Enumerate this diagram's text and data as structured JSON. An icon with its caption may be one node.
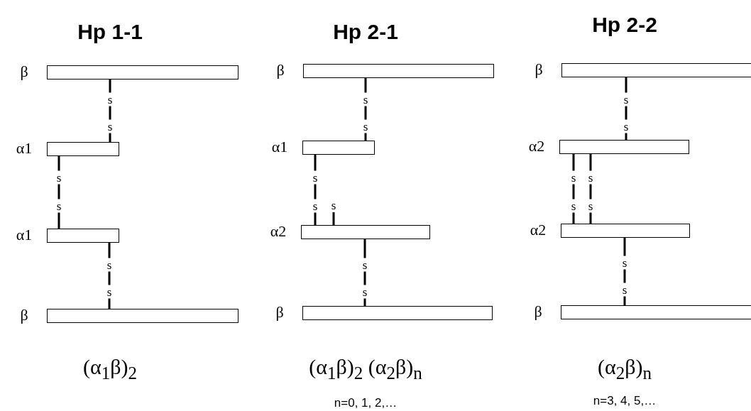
{
  "diagram": {
    "nodes": [
      {
        "text": [],
        "shape": "bar",
        "beside": [
          "β"
        ]
      },
      {
        "text": [],
        "shape": "bar",
        "beside": [
          "α1"
        ]
      },
      {
        "text": [],
        "shape": "bar",
        "beside": [
          "α1"
        ]
      },
      {
        "text": [],
        "shape": "bar",
        "beside": [
          "β"
        ]
      },
      {
        "text": [],
        "shape": "bar",
        "beside": [
          "β"
        ]
      },
      {
        "text": [],
        "shape": "bar",
        "beside": [
          "α1"
        ]
      },
      {
        "text": [],
        "shape": "bar",
        "beside": [
          "α2"
        ]
      },
      {
        "text": [],
        "shape": "bar",
        "beside": [
          "β"
        ]
      },
      {
        "text": [],
        "shape": "bar",
        "beside": [
          "β"
        ]
      },
      {
        "text": [],
        "shape": "bar",
        "beside": [
          "α2"
        ]
      },
      {
        "text": [],
        "shape": "bar",
        "beside": [
          "α2"
        ]
      },
      {
        "text": [],
        "shape": "bar",
        "beside": [
          "β"
        ]
      },
      {
        "text": [
          "s"
        ]
      }
    ],
    "edges": [
      {
        "from": 0,
        "to": 1,
        "arrow": "none"
      },
      {
        "from": 1,
        "to": 2,
        "arrow": "none"
      },
      {
        "from": 2,
        "to": 3,
        "arrow": "none"
      },
      {
        "from": 4,
        "to": 5,
        "arrow": "none"
      },
      {
        "from": 5,
        "to": 6,
        "arrow": "none"
      },
      {
        "from": 12,
        "to": 6,
        "arrow": "none"
      },
      {
        "from": 6,
        "to": 7,
        "arrow": "none"
      },
      {
        "from": 8,
        "to": 9,
        "arrow": "none"
      },
      {
        "from": 9,
        "to": 10,
        "arrow": "none"
      },
      {
        "from": 9,
        "to": 10,
        "arrow": "none"
      },
      {
        "from": 10,
        "to": 11,
        "arrow": "none"
      }
    ],
    "labels": [
      "Hp 1-1",
      "Hp 2-1",
      "Hp 2-2",
      "s",
      "s",
      "s",
      "s",
      "s",
      "s",
      "s",
      "s",
      "s",
      "s",
      "s",
      "s",
      "s",
      "s",
      "s",
      "s",
      "s",
      "s",
      "s",
      "s",
      "(α$_{1}$β)$_{2}$",
      "(α$_{1}$β)$_{2}$ (α$_{2}$β)$_{n}$",
      "(α$_{2}$β)$_{n}$",
      "n=0, 1, 2,…",
      "n=3, 4, 5,…"
    ]
  }
}
